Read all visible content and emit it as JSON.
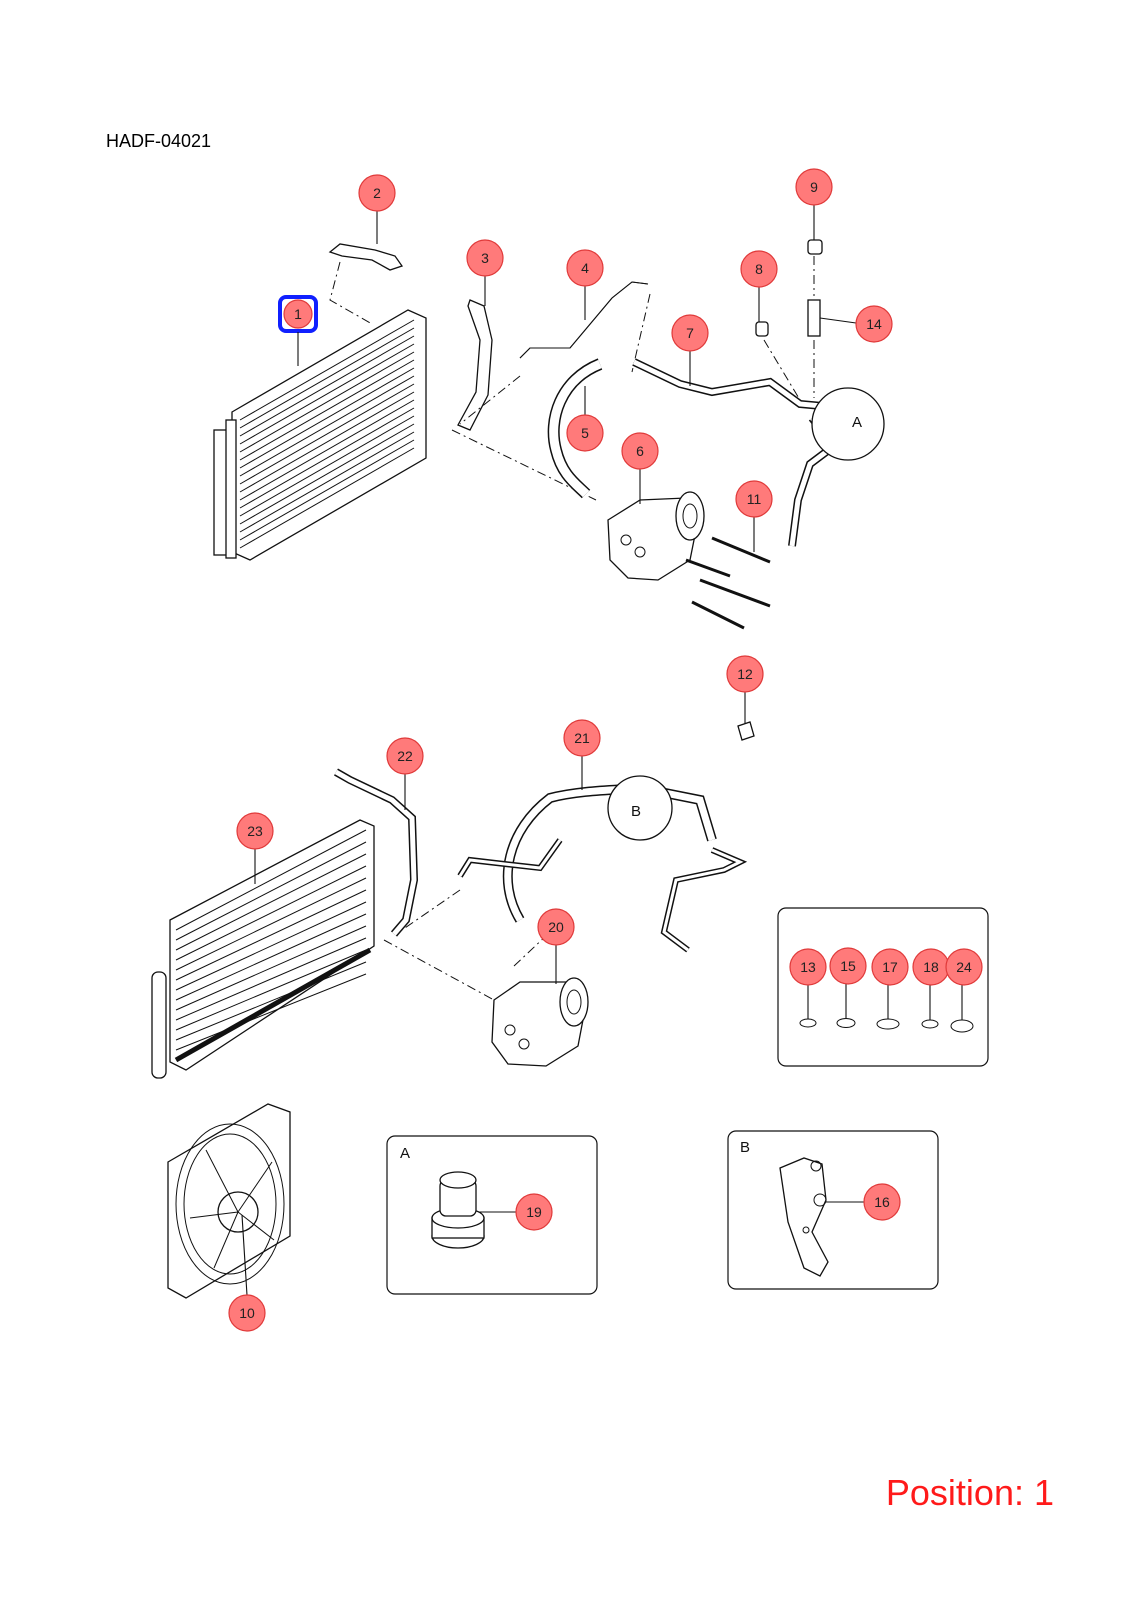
{
  "document_code": "HADF-04021",
  "position_label": "Position: 1",
  "selected_part": "1",
  "detail_labels": {
    "a": "A",
    "b": "B"
  },
  "colors": {
    "callout_fill": "#ff7a7a",
    "callout_stroke": "#e03a3a",
    "selection": "#1020ff",
    "position_text": "#ff1a1a"
  },
  "callouts": [
    "1",
    "2",
    "3",
    "4",
    "5",
    "6",
    "7",
    "8",
    "9",
    "10",
    "11",
    "12",
    "13",
    "14",
    "15",
    "16",
    "17",
    "18",
    "19",
    "20",
    "21",
    "22",
    "23",
    "24"
  ]
}
